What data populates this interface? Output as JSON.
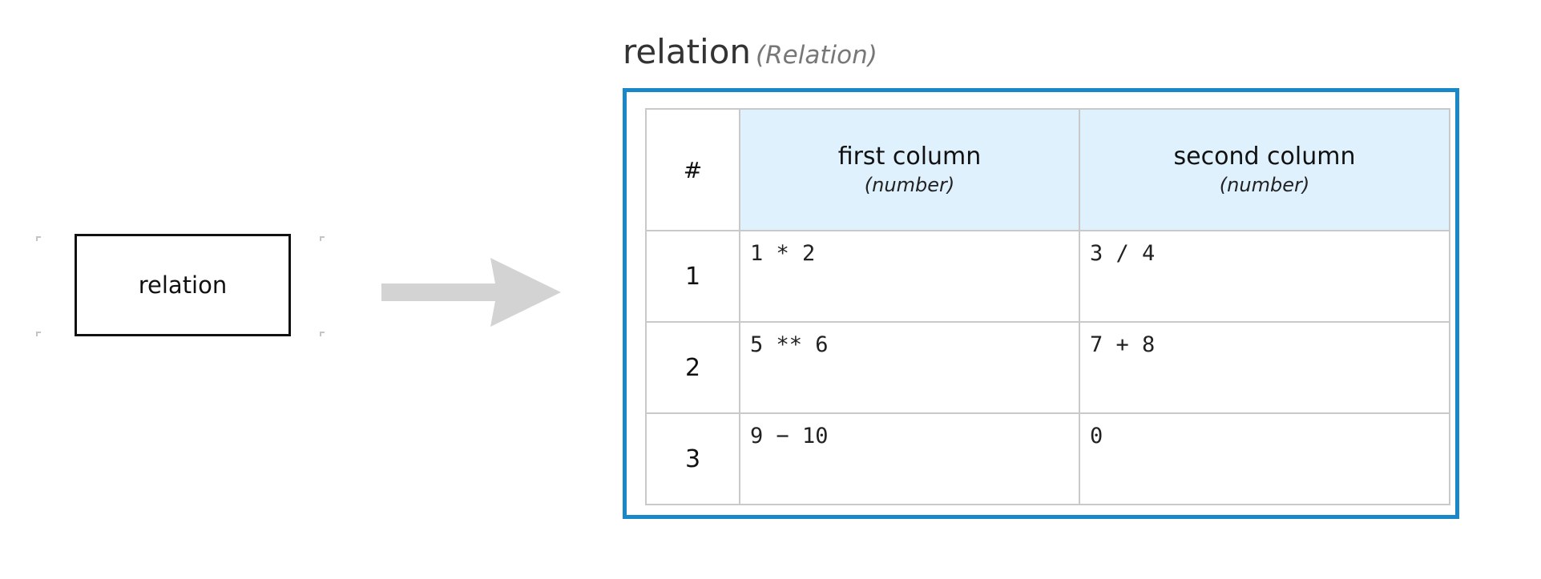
{
  "node": {
    "label": "relation"
  },
  "panel": {
    "name": "relation",
    "type": "(Relation)",
    "index_header": "#",
    "columns": [
      {
        "name": "first column",
        "type": "(number)"
      },
      {
        "name": "second column",
        "type": "(number)"
      }
    ],
    "rows": [
      {
        "index": "1",
        "cells": [
          "1 * 2",
          "3 / 4"
        ]
      },
      {
        "index": "2",
        "cells": [
          "5 ** 6",
          "7 + 8"
        ]
      },
      {
        "index": "3",
        "cells": [
          "9 − 10",
          "0"
        ]
      }
    ]
  },
  "colors": {
    "accent": "#1a87c8",
    "header_bg": "#dff1fd",
    "arrow": "#d3d3d3",
    "grid": "#c9c9c9"
  },
  "icons": {
    "arrow": "right-arrow-icon"
  }
}
